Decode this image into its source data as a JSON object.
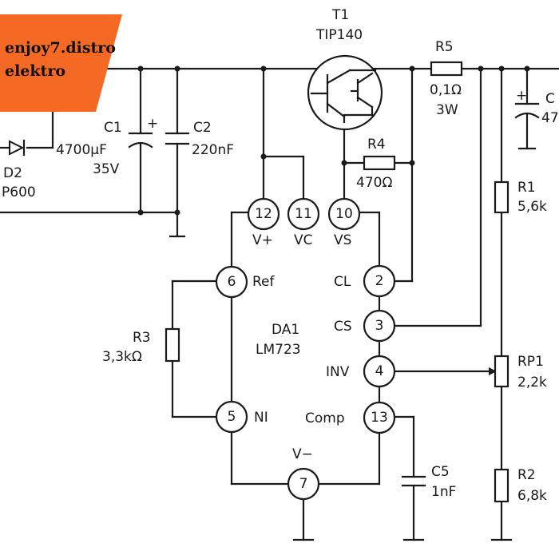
{
  "watermark": {
    "line1": "enjoy7.distro",
    "line2": "elektro",
    "color": "#f46a24"
  },
  "transistor": {
    "ref": "T1",
    "part": "TIP140"
  },
  "ic": {
    "ref": "DA1",
    "part": "LM723"
  },
  "pins": {
    "p12": {
      "num": "12",
      "name": "V+"
    },
    "p11": {
      "num": "11",
      "name": "VC"
    },
    "p10": {
      "num": "10",
      "name": "VS"
    },
    "p6": {
      "num": "6",
      "name": "Ref"
    },
    "p2": {
      "num": "2",
      "name": "CL"
    },
    "p3": {
      "num": "3",
      "name": "CS"
    },
    "p4": {
      "num": "4",
      "name": "INV"
    },
    "p5": {
      "num": "5",
      "name": "NI"
    },
    "p13": {
      "num": "13",
      "name": "Comp"
    },
    "p7": {
      "num": "7",
      "name": "V−"
    }
  },
  "components": {
    "c1": {
      "ref": "C1",
      "value": "4700µF",
      "voltage": "35V",
      "polarity": "+"
    },
    "c2": {
      "ref": "C2",
      "value": "220nF"
    },
    "c_out": {
      "ref": "C",
      "value": "47",
      "polarity": "+"
    },
    "d2": {
      "ref": "D2",
      "part": "P600"
    },
    "r5": {
      "ref": "R5",
      "value": "0,1Ω",
      "power": "3W"
    },
    "r4": {
      "ref": "R4",
      "value": "470Ω"
    },
    "r3": {
      "ref": "R3",
      "value": "3,3kΩ"
    },
    "r1": {
      "ref": "R1",
      "value": "5,6k"
    },
    "rp1": {
      "ref": "RP1",
      "value": "2,2k"
    },
    "r2": {
      "ref": "R2",
      "value": "6,8k"
    },
    "c5": {
      "ref": "C5",
      "value": "1nF"
    }
  }
}
